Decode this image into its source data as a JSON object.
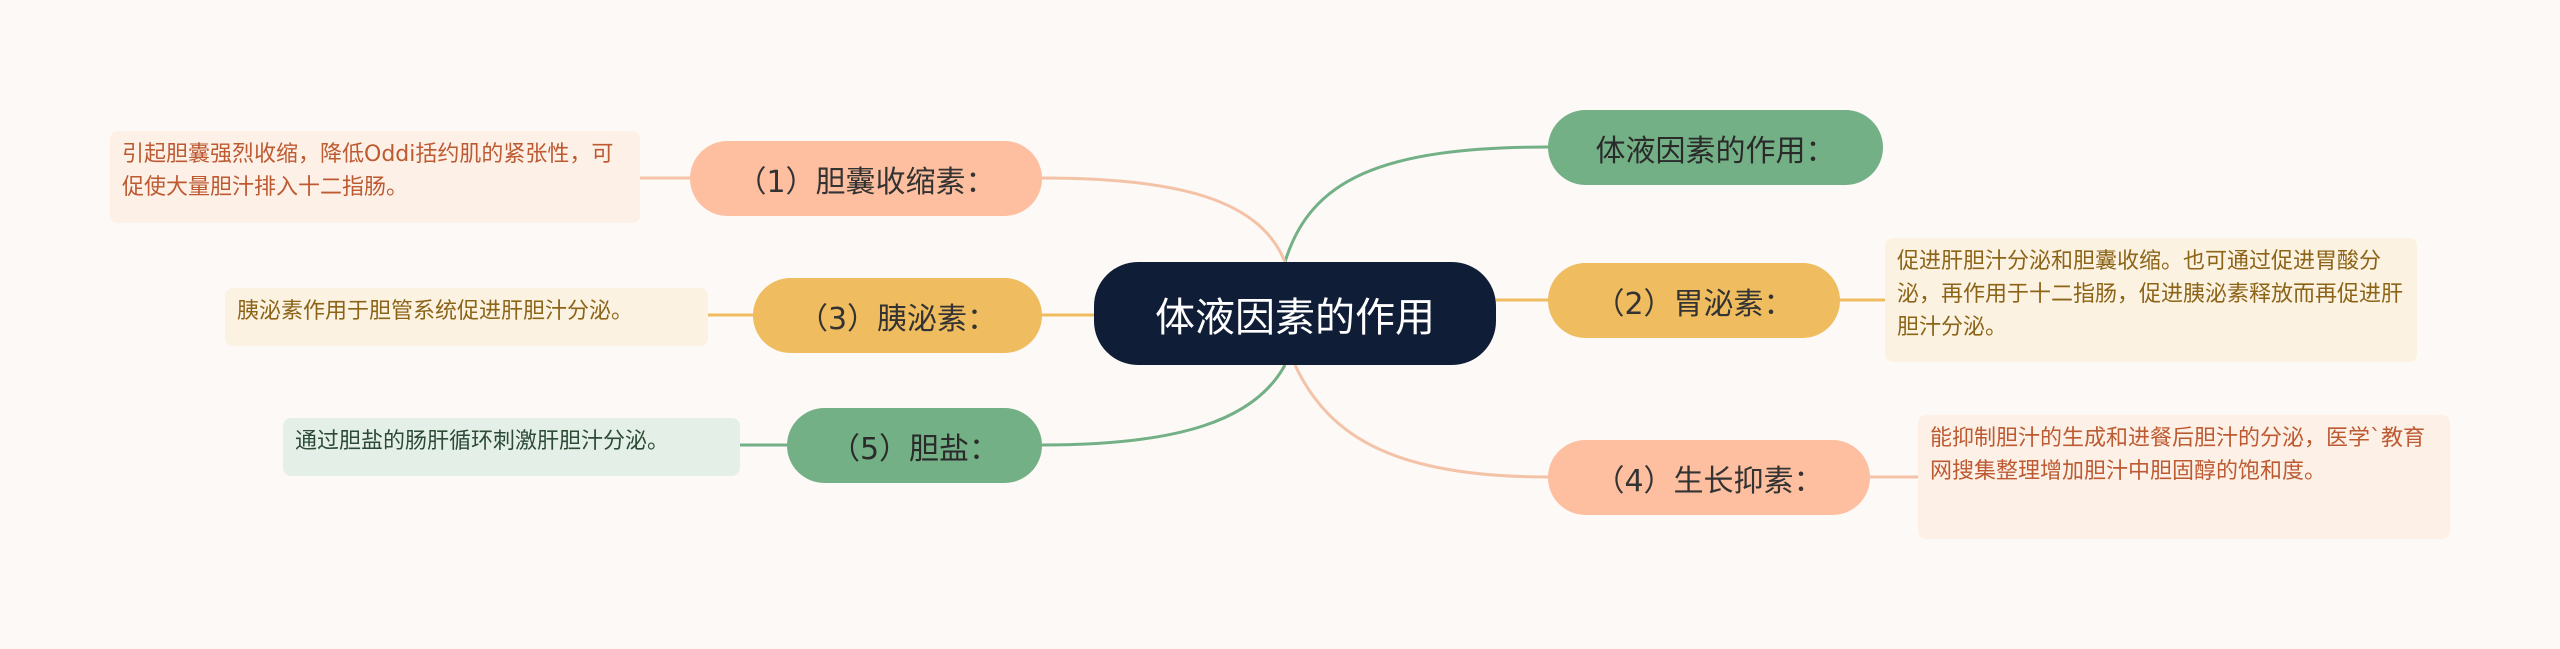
{
  "root": {
    "label": "体液因素的作用"
  },
  "branches": [
    {
      "id": "b0",
      "label": "体液因素的作用：",
      "note": ""
    },
    {
      "id": "b1",
      "label": "（1）胆囊收缩素：",
      "note": "引起胆囊强烈收缩，降低Oddi括约肌的紧张性，可促使大量胆汁排入十二指肠。"
    },
    {
      "id": "b2",
      "label": "（2）胃泌素：",
      "note": "促进肝胆汁分泌和胆囊收缩。也可通过促进胃酸分泌，再作用于十二指肠，促进胰泌素释放而再促进肝胆汁分泌。"
    },
    {
      "id": "b3",
      "label": "（3）胰泌素：",
      "note": "胰泌素作用于胆管系统促进肝胆汁分泌。"
    },
    {
      "id": "b4",
      "label": "（4）生长抑素：",
      "note": "能抑制胆汁的生成和进餐后胆汁的分泌，医学`教育网搜集整理增加胆汁中胆固醇的饱和度。"
    },
    {
      "id": "b5",
      "label": "（5）胆盐：",
      "note": "通过胆盐的肠肝循环刺激肝胆汁分泌。"
    }
  ],
  "colors": {
    "background": "#fcf9f7",
    "root": "#0f1d36",
    "salmon": "#fdbf9f",
    "yellow": "#efbc5f",
    "green": "#73b086"
  }
}
